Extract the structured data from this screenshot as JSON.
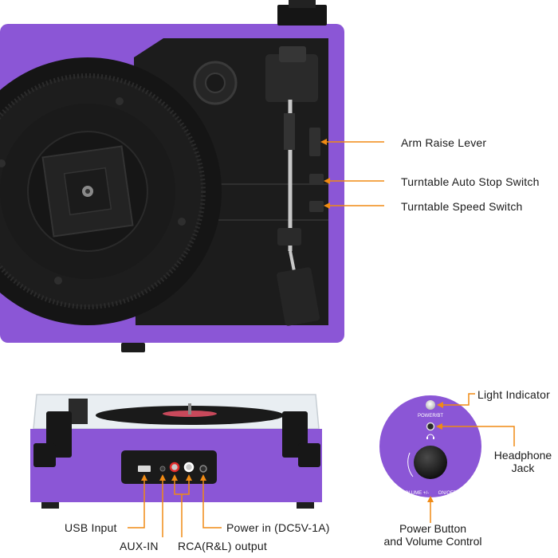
{
  "colors": {
    "body_purple": "#8b56d6",
    "turntable_black": "#1f1f1f",
    "callout_orange": "#f08a14"
  },
  "labels": {
    "arm_raise_lever": "Arm Raise Lever",
    "auto_stop_switch": "Turntable Auto Stop Switch",
    "speed_switch": "Turntable Speed Switch",
    "light_indicator": "Light Indicator",
    "headphone_jack_line1": "Headphone",
    "headphone_jack_line2": "Jack",
    "usb_input": "USB Input",
    "aux_in": "AUX-IN",
    "rca_output": "RCA(R&L) output",
    "power_in": "Power in (DC5V-1A)",
    "power_volume_line1": "Power Button",
    "power_volume_line2": "and Volume Control"
  },
  "panel_text": {
    "power_bt": "POWER/BT",
    "volume": "VOLUME +/-",
    "on_off": "ON/OFF"
  },
  "icons": [
    "tonearm-icon",
    "headphone-icon",
    "usb-port-icon",
    "rca-jack-icon"
  ]
}
